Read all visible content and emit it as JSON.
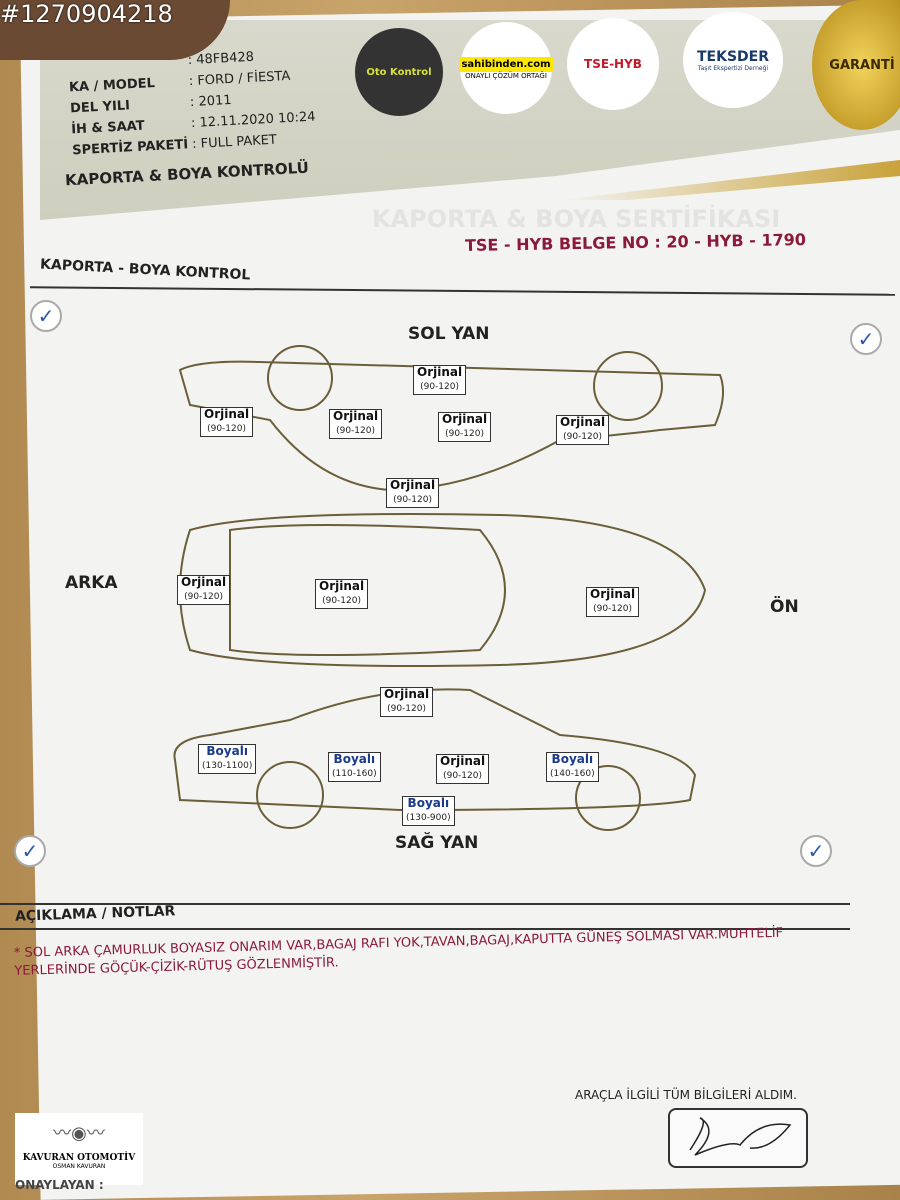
{
  "watermark_id": "#1270904218",
  "vehicle": {
    "plate_label": "",
    "plate": "48FB428",
    "make_label": "KA / MODEL",
    "make": "FORD / FİESTA",
    "year_label": "DEL YILI",
    "year": "2011",
    "date_label": "İH & SAAT",
    "date": "12.11.2020 10:24",
    "package_label": "SPERTİZ PAKETİ",
    "package": "FULL PAKET"
  },
  "header_title": "KAPORTA & BOYA KONTROLÜ",
  "logos": [
    "Oto Kontrol",
    "sahibinden.com",
    "TSE-HYB",
    "TEKSDER",
    "GARANTİ"
  ],
  "logo_sub": {
    "sahibinden": "ONAYLI ÇÖZÜM ORTAĞI",
    "teksder": "Taşıt Ekspertizi Derneği"
  },
  "certificate_title": "KAPORTA & BOYA SERTİFİKASI",
  "belge_no": "TSE - HYB BELGE NO : 20 - HYB - 1790",
  "section_title": "KAPORTA - BOYA KONTROL",
  "views": {
    "left": "SOL YAN",
    "rear": "ARKA",
    "front": "ÖN",
    "right": "SAĞ YAN"
  },
  "panels": {
    "left": [
      {
        "status": "Orjinal",
        "range": "(90-120)"
      },
      {
        "status": "Orjinal",
        "range": "(90-120)"
      },
      {
        "status": "Orjinal",
        "range": "(90-120)"
      },
      {
        "status": "Orjinal",
        "range": "(90-120)"
      },
      {
        "status": "Orjinal",
        "range": "(90-120)"
      },
      {
        "status": "Orjinal",
        "range": "(90-120)"
      }
    ],
    "top": [
      {
        "status": "Orjinal",
        "range": "(90-120)"
      },
      {
        "status": "Orjinal",
        "range": "(90-120)"
      },
      {
        "status": "Orjinal",
        "range": "(90-120)"
      }
    ],
    "right": [
      {
        "status": "Orjinal",
        "range": "(90-120)"
      },
      {
        "status": "Boyalı",
        "range": "(130-1100)"
      },
      {
        "status": "Boyalı",
        "range": "(110-160)"
      },
      {
        "status": "Orjinal",
        "range": "(90-120)"
      },
      {
        "status": "Boyalı",
        "range": "(140-160)"
      },
      {
        "status": "Boyalı",
        "range": "(130-900)"
      }
    ]
  },
  "notes_title": "AÇIKLAMA / NOTLAR",
  "notes_text": "* SOL ARKA ÇAMURLUK BOYASIZ ONARIM VAR,BAGAJ RAFI YOK,TAVAN,BAGAJ,KAPUTTA GÜNEŞ SOLMASI VAR.MUHTELİF YERLERİNDE GÖÇÜK-ÇİZİK-RÜTUŞ GÖZLENMİŞTİR.",
  "acknowledge": "ARAÇLA İLGİLİ TÜM BİLGİLERİ ALDIM.",
  "dealer": {
    "name": "KAVURAN OTOMOTİV",
    "owner": "OSMAN KAVURAN"
  },
  "approved_label": "ONAYLAYAN :"
}
